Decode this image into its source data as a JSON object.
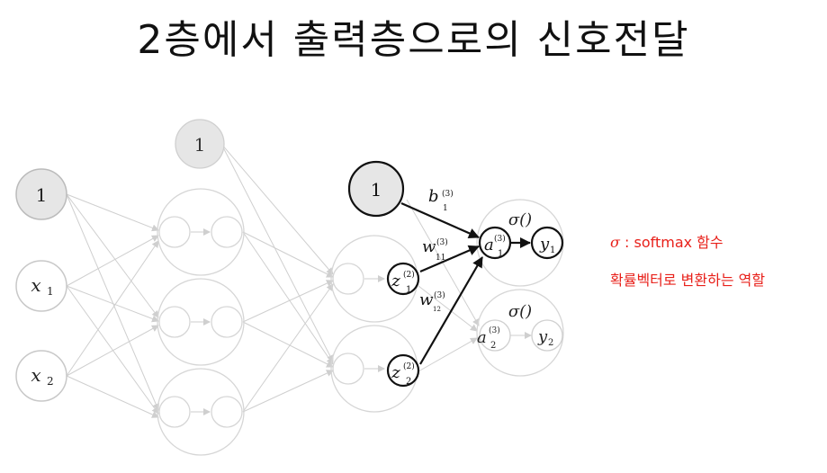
{
  "title": "2층에서 출력층으로의 신호전달",
  "notes": {
    "line1_symbol": "σ",
    "line1_text": " : softmax 함수",
    "line2_text": "확률벡터로 변환하는 역할"
  },
  "colors": {
    "highlight": "#111111",
    "faded": "#cfcfcf",
    "bias_fill": "#e6e6e6",
    "note": "#e8201a"
  },
  "diagram": {
    "input_bias": "1",
    "input_x1": "x",
    "input_x1_sub": "1",
    "input_x2": "x",
    "input_x2_sub": "2",
    "layer1_bias": "1",
    "layer2_bias": "1",
    "z1": "z",
    "z1_sup": "(2)",
    "z1_sub": "1",
    "z2": "z",
    "z2_sup": "(2)",
    "z2_sub": "2",
    "a1": "a",
    "a1_sup": "(3)",
    "a1_sub": "1",
    "a2": "a",
    "a2_sup": "(3)",
    "a2_sub": "2",
    "y1": "y",
    "y1_sub": "1",
    "y2": "y",
    "y2_sub": "2",
    "sigma1": "σ()",
    "sigma2": "σ()",
    "b_label": "b",
    "b_sup": "(3)",
    "b_sub": "1",
    "w11_label": "w",
    "w11_sup": "(3)",
    "w11_sub": "11",
    "w12_label": "w",
    "w12_sup": "(3)",
    "w12_sub": "12"
  }
}
